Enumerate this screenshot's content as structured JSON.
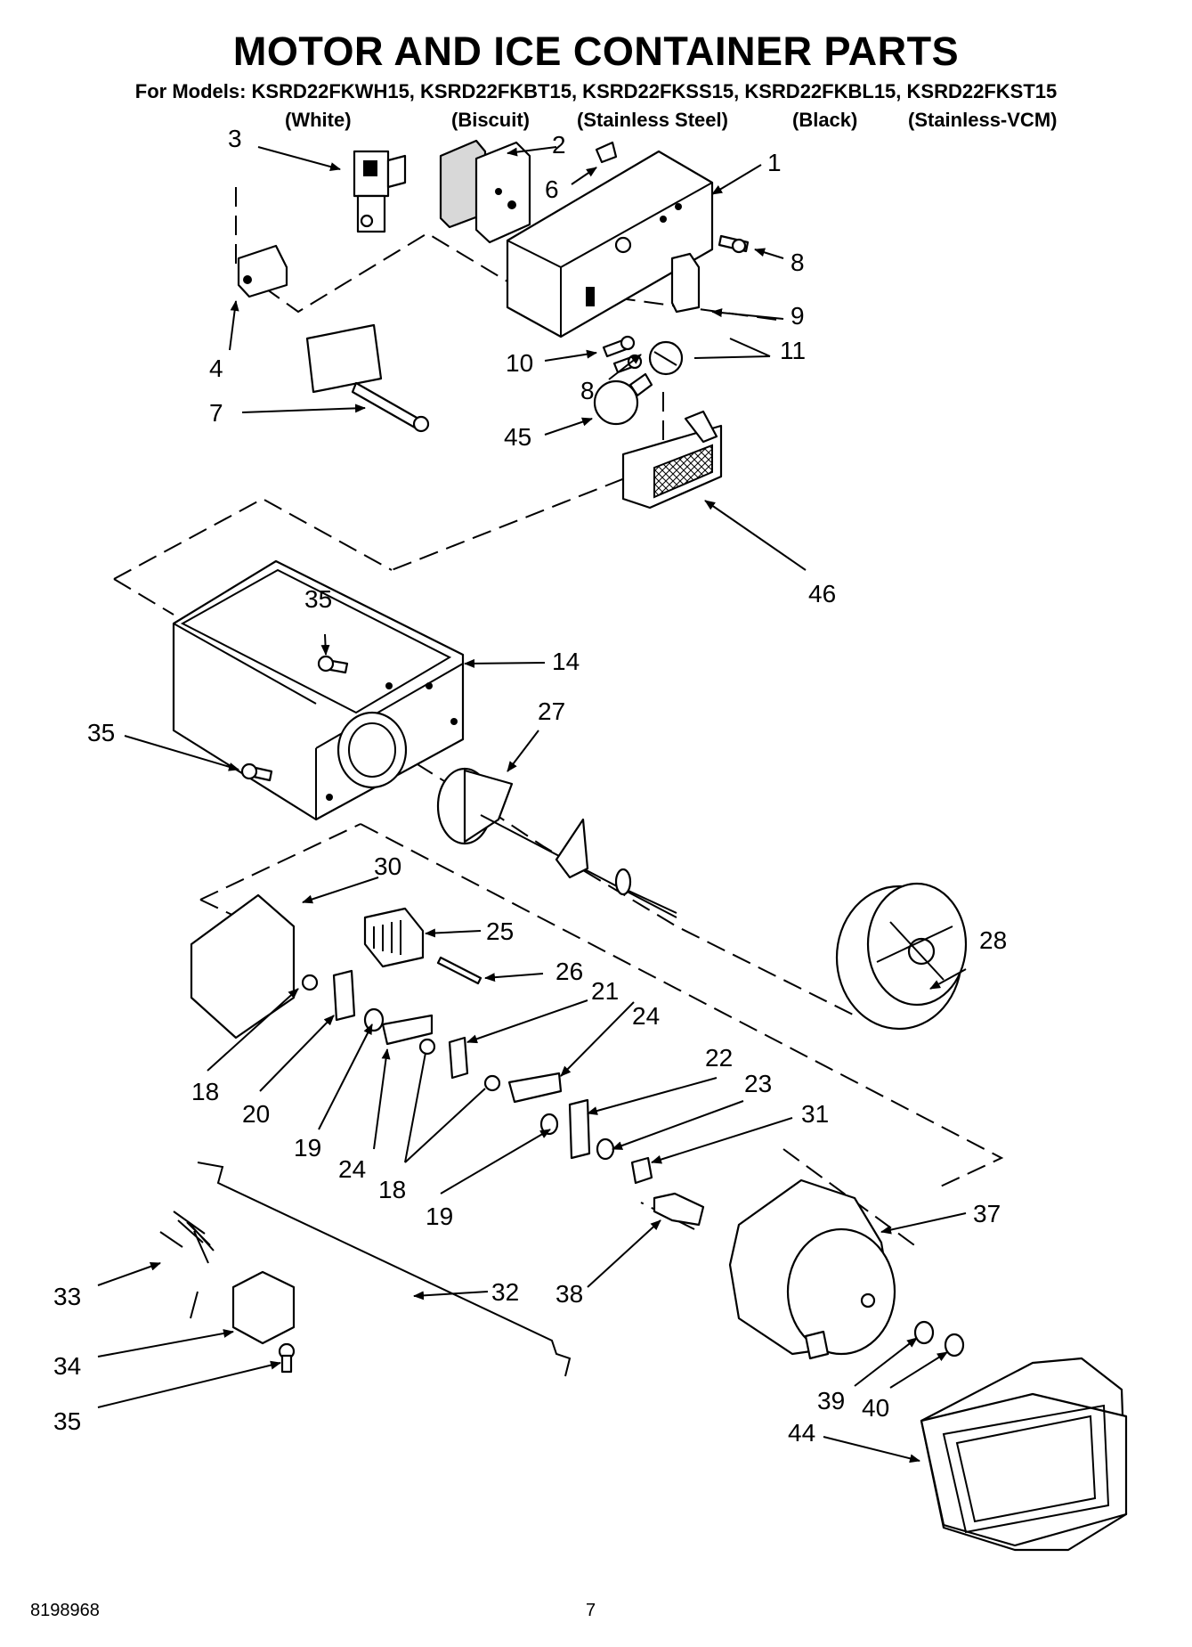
{
  "header": {
    "title": "MOTOR AND ICE CONTAINER PARTS",
    "models_line": "For Models: KSRD22FKWH15, KSRD22FKBT15, KSRD22FKSS15, KSRD22FKBL15, KSRD22FKST15",
    "colors": [
      "(White)",
      "(Biscuit)",
      "(Stainless Steel)",
      "(Black)",
      "(Stainless-VCM)"
    ]
  },
  "callouts": {
    "c1": "1",
    "c2": "2",
    "c3": "3",
    "c4": "4",
    "c6": "6",
    "c7": "7",
    "c8a": "8",
    "c8b": "8",
    "c9": "9",
    "c10": "10",
    "c11": "11",
    "c45": "45",
    "c46": "46",
    "c14": "14",
    "c35a": "35",
    "c35b": "35",
    "c35c": "35",
    "c27": "27",
    "c28": "28",
    "c30": "30",
    "c25": "25",
    "c26": "26",
    "c21": "21",
    "c24a": "24",
    "c24b": "24",
    "c22": "22",
    "c23": "23",
    "c31": "31",
    "c18a": "18",
    "c18b": "18",
    "c20": "20",
    "c19a": "19",
    "c19b": "19",
    "c37": "37",
    "c38": "38",
    "c32": "32",
    "c33": "33",
    "c34": "34",
    "c39": "39",
    "c40": "40",
    "c44": "44"
  },
  "footer": {
    "document_number": "8198968",
    "page_number": "7"
  }
}
